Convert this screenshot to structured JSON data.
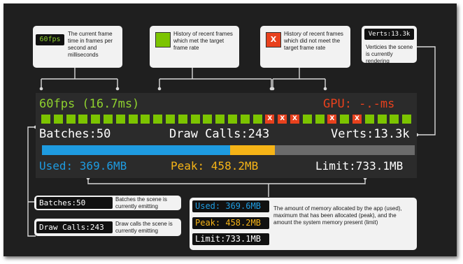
{
  "callouts": {
    "fps": {
      "chip": "60fps",
      "desc": "The current frame time in frames per second and milliseconds"
    },
    "met": {
      "desc": "History of recent frames which met the target frame rate"
    },
    "missed": {
      "icon": "X",
      "desc": "History of recent frames which did not meet the target frame rate"
    },
    "verts": {
      "chip": "Verts:13.3k",
      "desc": "Verticies the scene is currently rendering"
    },
    "batches": {
      "chip": "Batches:50",
      "desc": "Batches the scene is currently emitting"
    },
    "drawcalls": {
      "chip": "Draw Calls:243",
      "desc": "Draw calls the scene is currently emitting"
    },
    "memory": {
      "used": "Used: 369.6MB",
      "peak": "Peak: 458.2MB",
      "limit": "Limit:733.1MB",
      "desc": "The amount of memory allocated by the app (used), maximum that has been allocated (peak), and the amount the system memory present (limit)"
    }
  },
  "panel": {
    "fps": "60fps (16.7ms)",
    "gpu": "GPU: -.-ms",
    "batches": "Batches:50",
    "draw_calls": "Draw Calls:243",
    "verts": "Verts:13.3k",
    "used": "Used: 369.6MB",
    "peak": "Peak: 458.2MB",
    "limit": "Limit:733.1MB"
  },
  "frame_history": [
    "ok",
    "ok",
    "ok",
    "ok",
    "ok",
    "ok",
    "ok",
    "ok",
    "ok",
    "ok",
    "ok",
    "ok",
    "ok",
    "ok",
    "ok",
    "ok",
    "ok",
    "ok",
    "bad",
    "bad",
    "bad",
    "ok",
    "ok",
    "bad",
    "ok",
    "bad",
    "ok",
    "ok",
    "ok",
    "ok"
  ],
  "frame_miss_glyph": "X",
  "memory_bar": {
    "used_mb": 369.6,
    "peak_mb": 458.2,
    "limit_mb": 733.1
  },
  "colors": {
    "fps_green": "#8fd12f",
    "frame_ok": "#7cc400",
    "frame_bad": "#e8411d",
    "gpu_red": "#e8411d",
    "used_blue": "#1e9be0",
    "peak_orange": "#f6b417",
    "bar_remaining": "#6b6b6b",
    "text_white": "#ffffff"
  }
}
